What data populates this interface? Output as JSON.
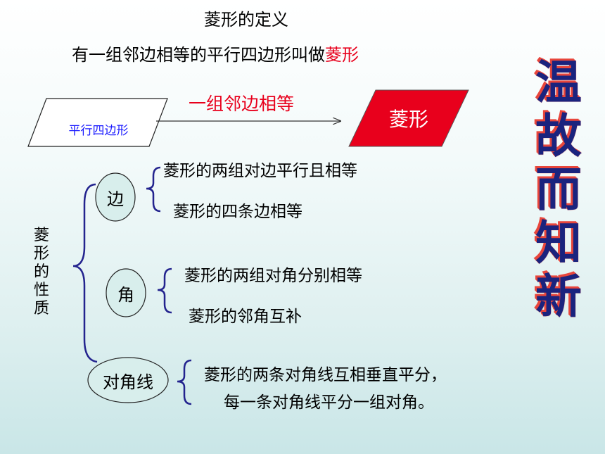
{
  "title": "菱形的定义",
  "definition": {
    "text": "有一组邻边相等的平行四边形叫做",
    "highlight": "菱形"
  },
  "diagram": {
    "parallelogram_label": "平行四边形",
    "condition": "一组邻边相等",
    "rhombus_label": "菱形"
  },
  "properties": {
    "vertical_label": [
      "菱",
      "形",
      "的",
      "性",
      "质"
    ],
    "side": {
      "label": "边",
      "items": [
        "菱形的两组对边平行且相等",
        "菱形的四条边相等"
      ]
    },
    "angle": {
      "label": "角",
      "items": [
        "菱形的两组对角分别相等",
        "菱形的邻角互补"
      ]
    },
    "diagonal": {
      "label": "对角线",
      "items": [
        "菱形的两条对角线互相垂直平分，",
        "每一条对角线平分一组对角。"
      ]
    }
  },
  "slogan": [
    "温",
    "故",
    "而",
    "知",
    "新"
  ],
  "colors": {
    "highlight": "#e8001c",
    "rhombus_fill": "#e8001c",
    "parallelogram_text": "#1a1aff",
    "brace": "#23238e",
    "slogan_fill": "#1a237e",
    "slogan_outline": "#e8463c"
  }
}
